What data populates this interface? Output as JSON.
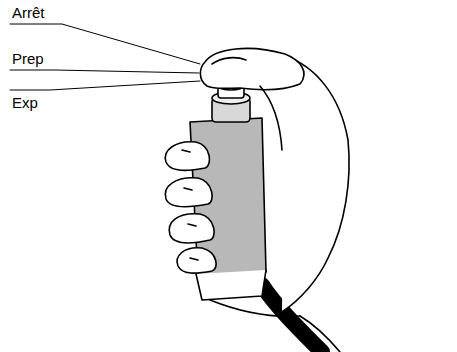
{
  "diagram": {
    "labels": [
      "Arrêt",
      "Prep",
      "Exp"
    ]
  }
}
